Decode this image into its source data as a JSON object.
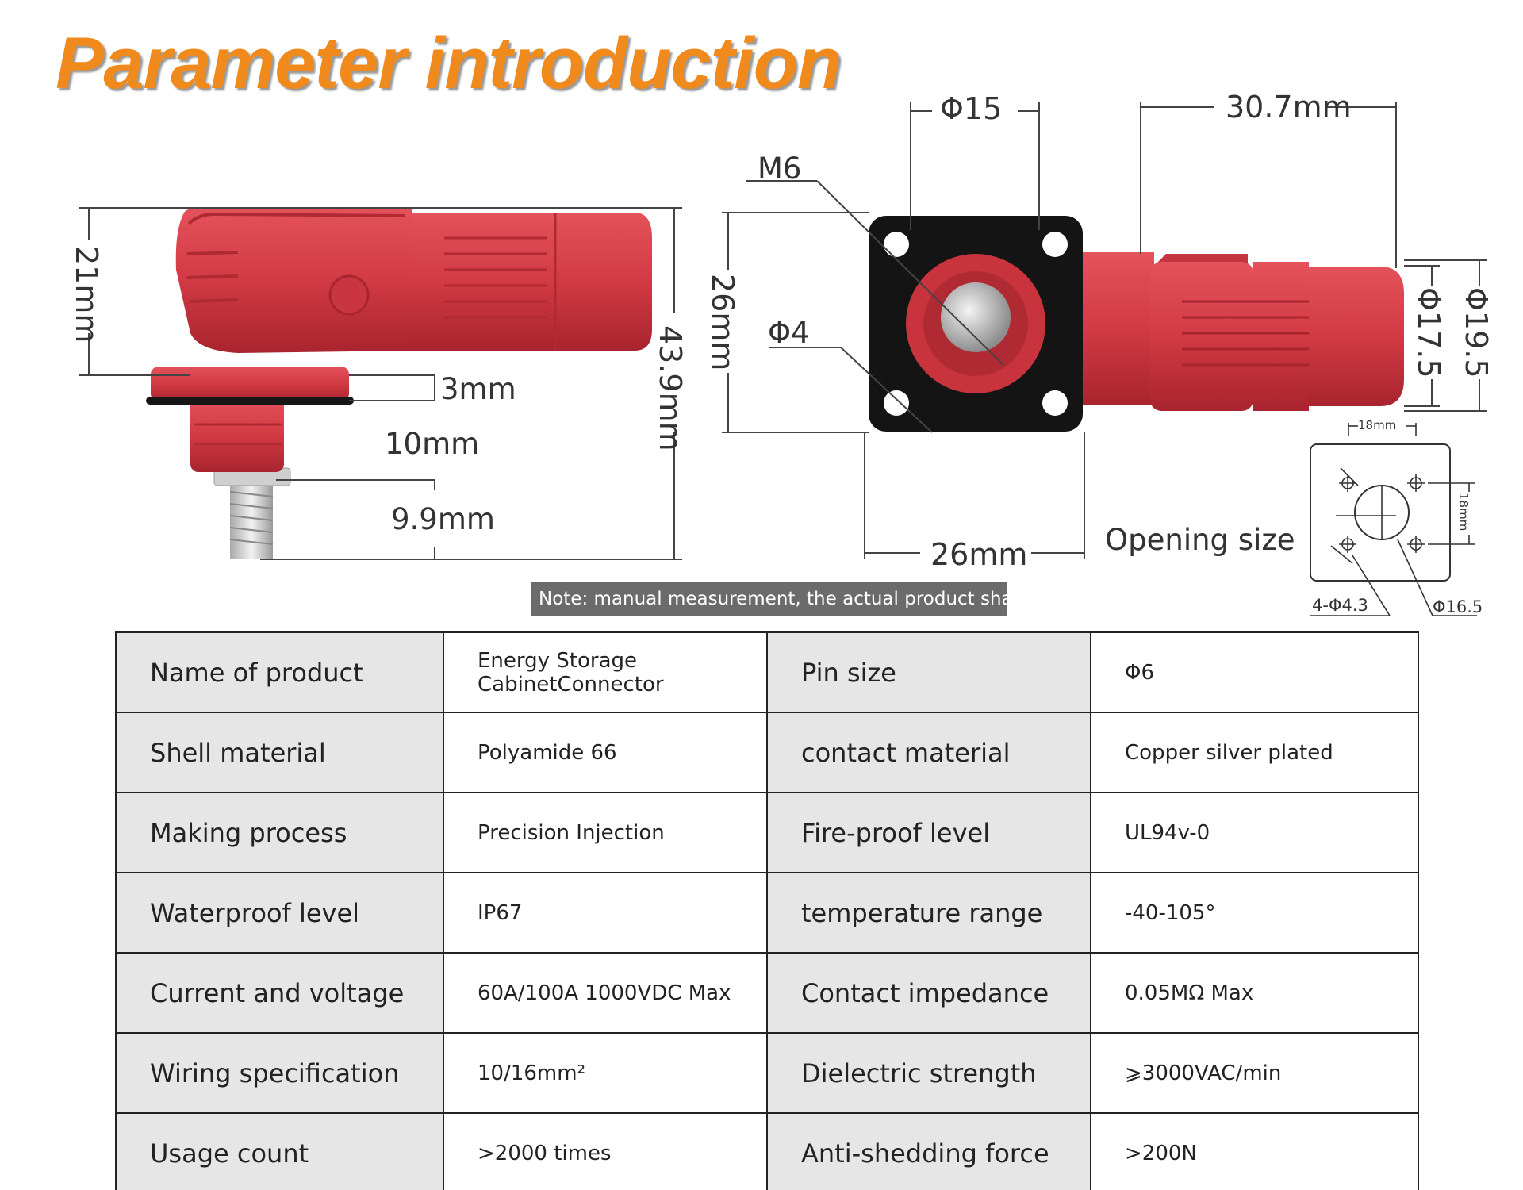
{
  "title": "Parameter introduction",
  "colors": {
    "title": "#f08a1c",
    "connector_red": "#d23a44",
    "gasket_black": "#141414",
    "note_bg": "#6b6b6b",
    "label_bg": "#e6e6e6"
  },
  "side_view": {
    "height_total": "43.9mm",
    "height_body": "21mm",
    "flange": "3mm",
    "panel": "10mm",
    "thread": "9.9mm"
  },
  "front_view": {
    "thread_label": "M6",
    "pin_diameter": "Φ15",
    "hole_diameter": "Φ4",
    "flange_height": "26mm",
    "flange_width": "26mm"
  },
  "plug_view": {
    "length": "30.7mm",
    "inner_diameter": "Φ17.5",
    "outer_diameter": "Φ19.5"
  },
  "opening": {
    "label": "Opening size",
    "hole_spacing_x": "18mm",
    "hole_spacing_y": "18mm",
    "mount_holes": "4-Φ4.3",
    "center_hole": "Φ16.5"
  },
  "note": "Note: manual measurement, the actual product shall",
  "specs": [
    {
      "label": "Name of product",
      "value": "Energy Storage CabinetConnector",
      "label2": "Pin size",
      "value2": "Φ6"
    },
    {
      "label": "Shell material",
      "value": "Polyamide 66",
      "label2": "contact material",
      "value2": "Copper silver plated"
    },
    {
      "label": "Making process",
      "value": "Precision Injection",
      "label2": "Fire-proof level",
      "value2": "UL94v-0"
    },
    {
      "label": "Waterproof level",
      "value": "IP67",
      "label2": "temperature range",
      "value2": "-40-105°"
    },
    {
      "label": "Current and voltage",
      "value": "60A/100A 1000VDC Max",
      "label2": "Contact impedance",
      "value2": "0.05MΩ Max"
    },
    {
      "label": "Wiring specification",
      "value": "10/16mm²",
      "label2": "Dielectric strength",
      "value2": "⩾3000VAC/min"
    },
    {
      "label": "Usage count",
      "value": ">2000 times",
      "label2": "Anti-shedding force",
      "value2": ">200N"
    }
  ]
}
